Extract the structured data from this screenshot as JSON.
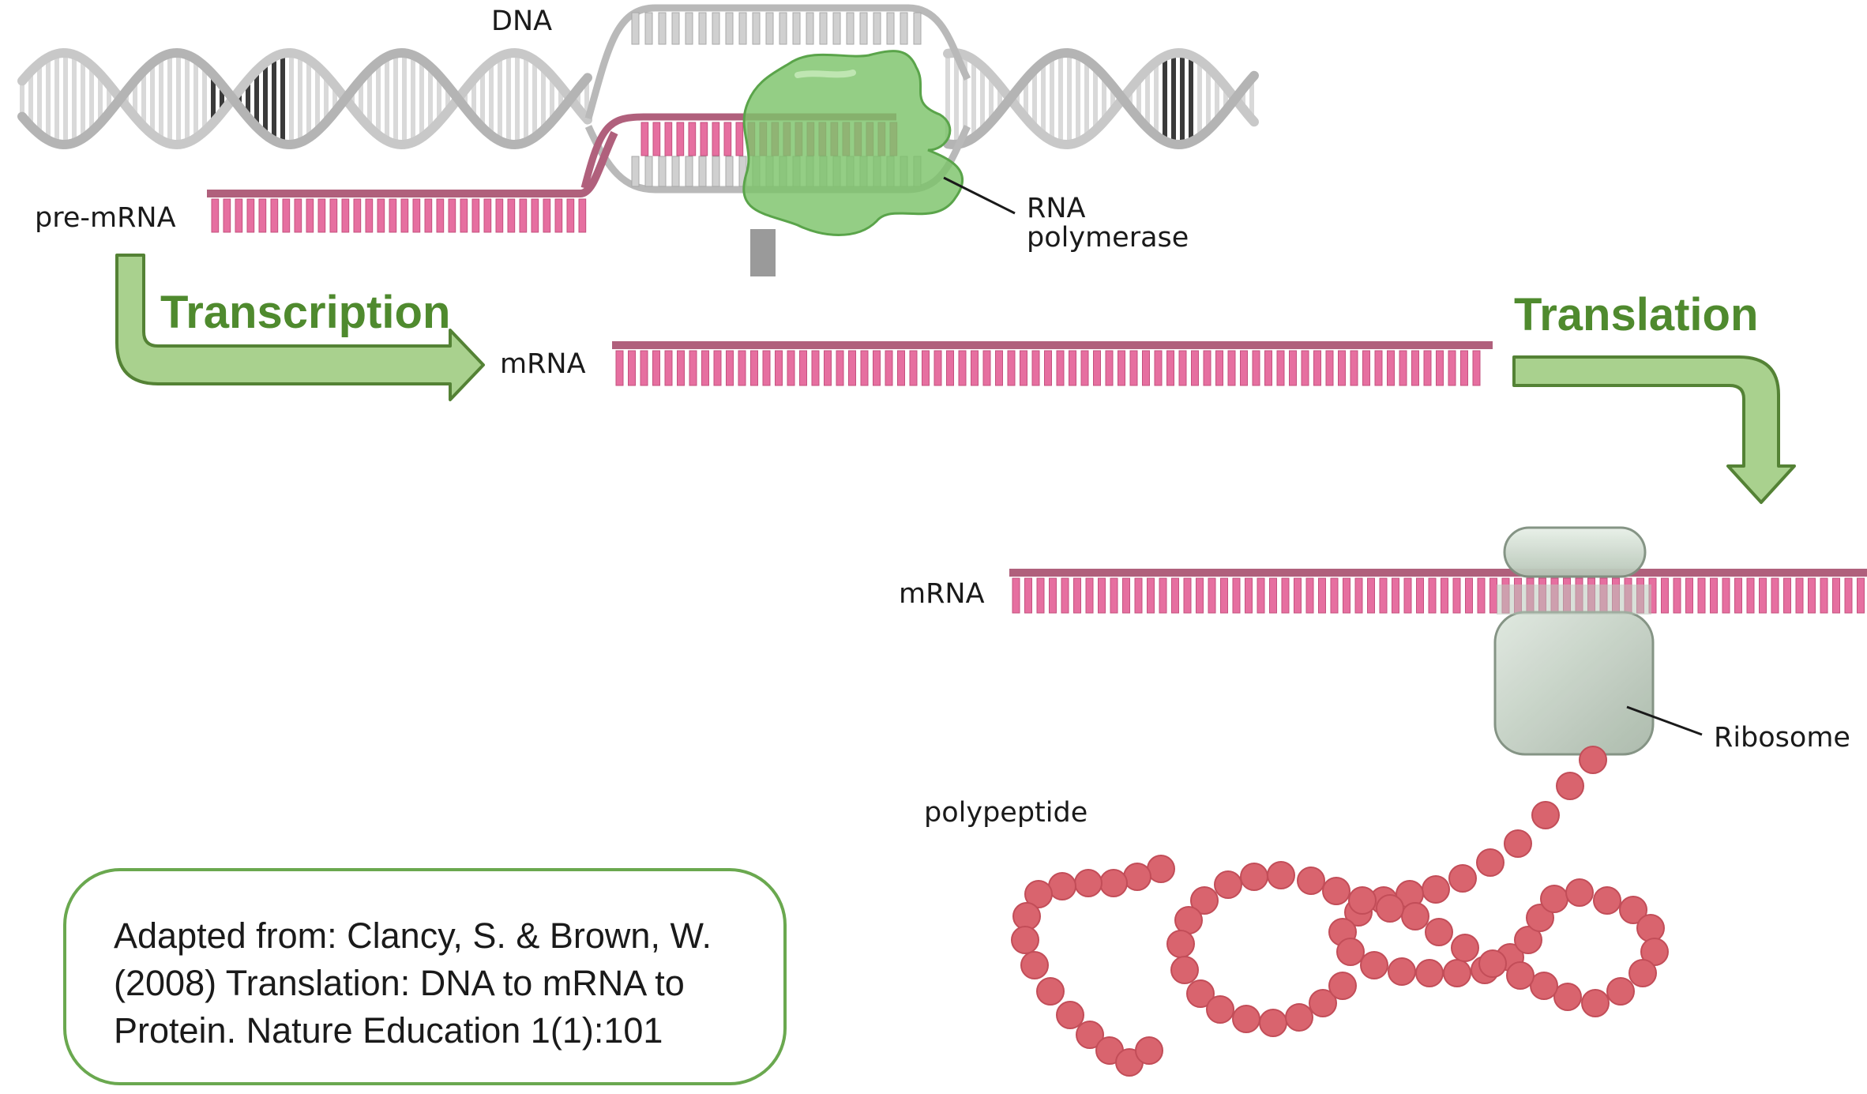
{
  "labels": {
    "dna": "DNA",
    "pre_mrna": "pre-mRNA",
    "rna_polymerase_line1": "RNA",
    "rna_polymerase_line2": "polymerase",
    "mrna_middle": "mRNA",
    "mrna_bottom": "mRNA",
    "ribosome": "Ribosome",
    "polypeptide": "polypeptide"
  },
  "steps": {
    "transcription": "Transcription",
    "translation": "Translation"
  },
  "citation": "Adapted from: Clancy, S. & Brown, W. (2008) Translation: DNA to mRNA to Protein. Nature Education 1(1):101",
  "colors": {
    "arrow_fill": "#a9d18e",
    "arrow_stroke": "#548235",
    "step_text": "#4f8a2e",
    "rna_backbone": "#b0607c",
    "rna_bases": "#e66fa0",
    "dna_strand": "#c8c8c8",
    "dna_dark": "#3a3a3a",
    "polymerase": "#7cc36a",
    "ribosome": "#c9d6c9",
    "amino_acid": "#d9646e",
    "citation_border": "#6aa84f"
  }
}
